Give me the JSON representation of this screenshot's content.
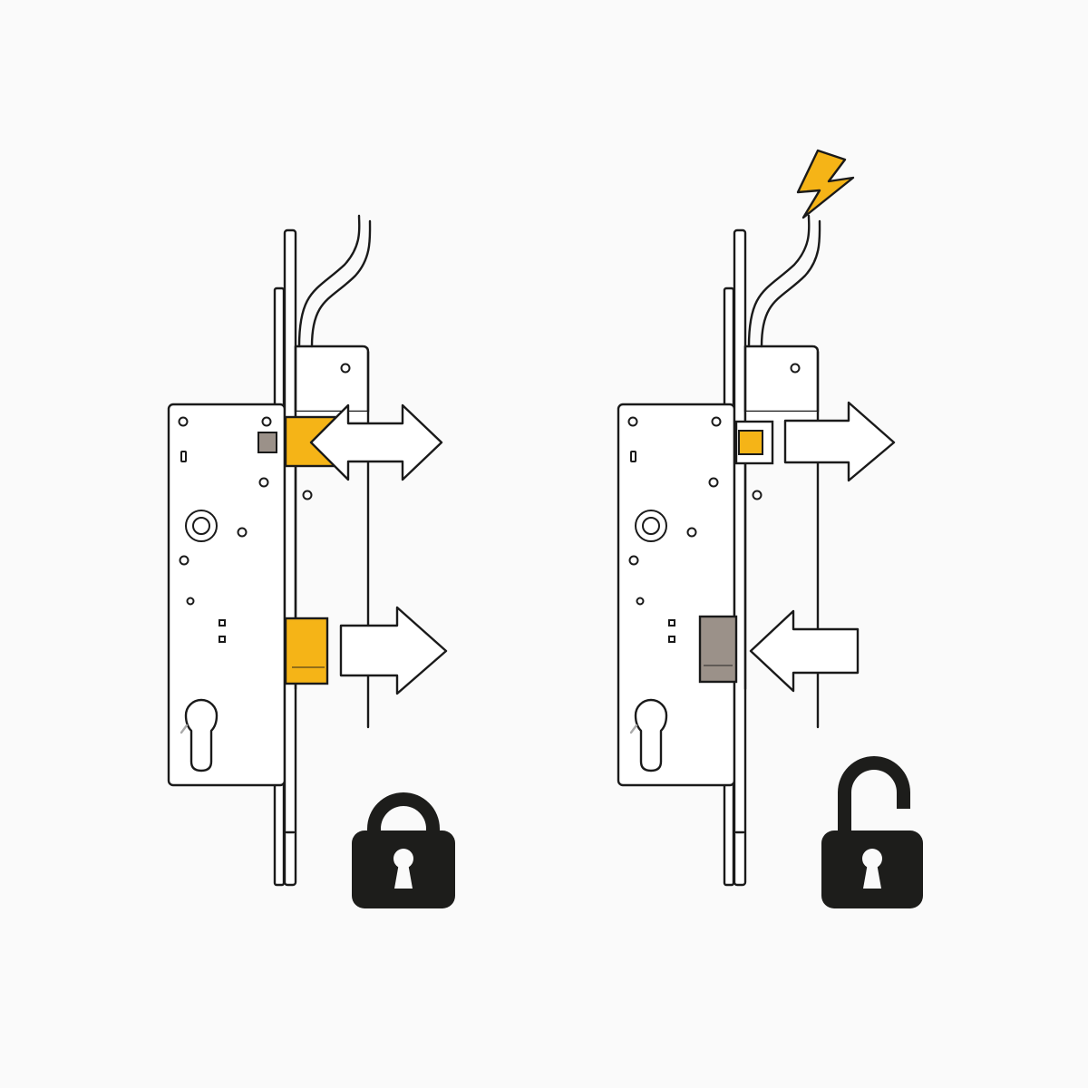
{
  "colors": {
    "background": "#fafafa",
    "outline": "#1a1a1a",
    "active_bolt": "#f5b417",
    "retracted_bolt": "#9b9189",
    "padlock": "#1d1d1b",
    "lightning": "#f5b417"
  },
  "panels": [
    {
      "state": "locked",
      "power": "off",
      "top_latch": "bidirectional-arrow",
      "bottom_bolt": "extended",
      "bottom_arrow": "right",
      "padlock_icon": "closed-padlock-icon"
    },
    {
      "state": "unlocked",
      "power": "on",
      "power_icon": "lightning-bolt-icon",
      "top_latch": "right-arrow",
      "bottom_bolt": "retracted",
      "bottom_arrow": "left",
      "padlock_icon": "open-padlock-icon"
    }
  ]
}
